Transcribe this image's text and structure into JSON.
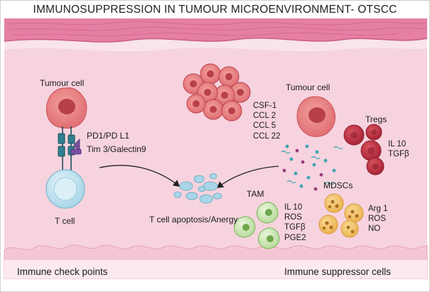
{
  "title": "IMMUNOSUPPRESSION IN TUMOUR MICROENVIRONMENT- OTSCC",
  "left_panel": {
    "tumour_cell_label": "Tumour cell",
    "checkpoint_labels": [
      "PD1/PD L1",
      "Tim 3/Galectin9"
    ],
    "t_cell_label": "T cell"
  },
  "center": {
    "apoptosis_label": "T cell apoptosis/Anergy"
  },
  "right_panel": {
    "tumour_cell_label": "Tumour cell",
    "tumour_factors": [
      "CSF-1",
      "CCL 2",
      "CCL 5",
      "CCL 22"
    ],
    "tregs_label": "Tregs",
    "tregs_factors": [
      "IL 10",
      "TGFβ"
    ],
    "tam_label": "TAM",
    "tam_factors": [
      "IL 10",
      "ROS",
      "TGFβ",
      "PGE2"
    ],
    "mdsc_label": "MDSCs",
    "mdsc_factors": [
      "Arg 1",
      "ROS",
      "NO"
    ]
  },
  "footer": {
    "left": "Immune check points",
    "right": "Immune suppressor cells"
  },
  "colors": {
    "tissue_background": "#f9e4ea",
    "epithelium_top": "#e57fa3",
    "tumour_cell": "#e9787a",
    "nucleus": "#b8404b",
    "t_cell": "#c7e6f1",
    "receptor_teal": "#2f7f91",
    "ligand_purple": "#7a4fa3",
    "treg": "#b83042",
    "tam": "#b9dca0",
    "mdsc": "#f2c26a"
  }
}
